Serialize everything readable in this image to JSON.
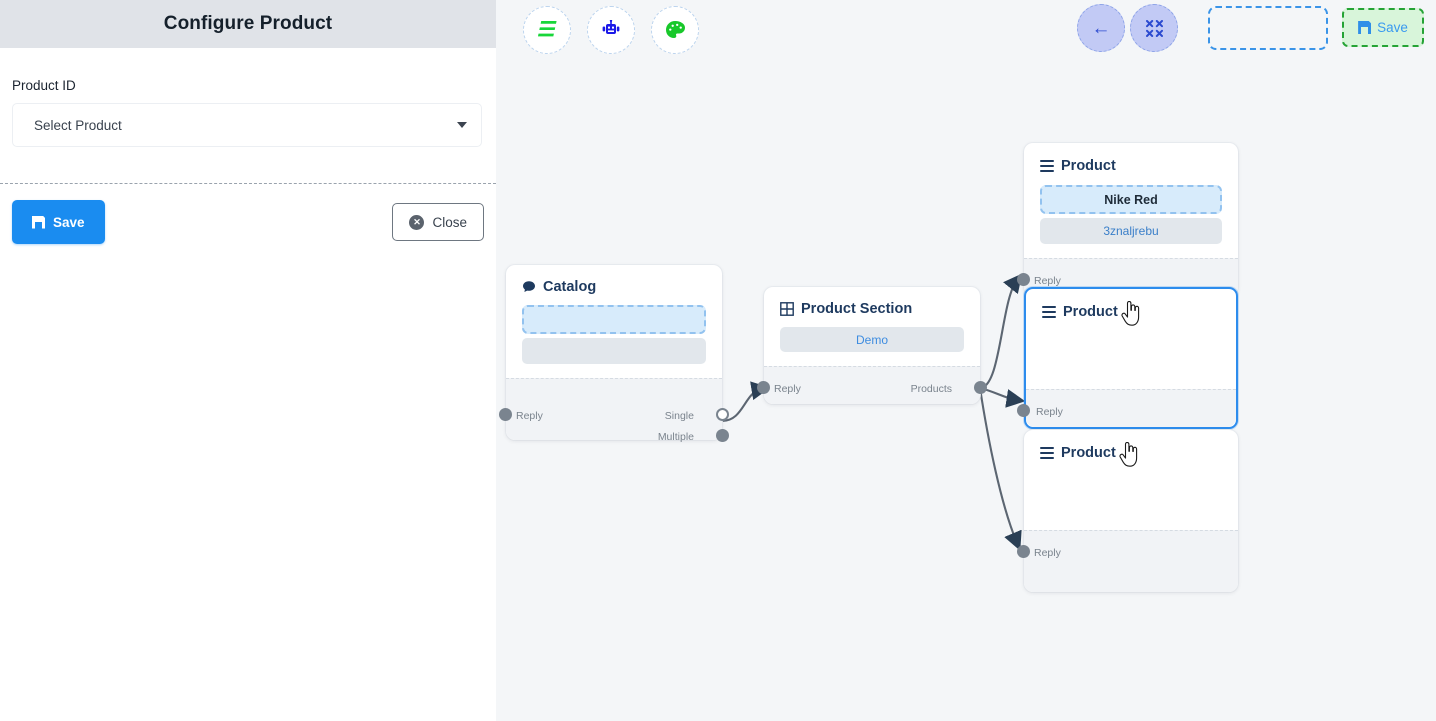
{
  "config_panel": {
    "title": "Configure Product",
    "field_label": "Product ID",
    "select_value": "Select Product",
    "select_caret_icon": "chevron-down-icon",
    "save_label": "Save",
    "close_label": "Close",
    "save_icon": "floppy-disk-icon",
    "close_icon": "close-circle-icon"
  },
  "toolbar": {
    "left_tools": [
      {
        "name": "stack-icon",
        "glyph": "≣",
        "color": "#18d63a"
      },
      {
        "name": "robot-icon",
        "glyph": "🤖",
        "color": "#1a18e8"
      },
      {
        "name": "palette-icon",
        "glyph": "🎨",
        "color": "#18c82a"
      }
    ],
    "right_tools": [
      {
        "name": "back-arrow-icon",
        "glyph": "←",
        "color": "#2c4bd0"
      },
      {
        "name": "compress-icon",
        "glyph": "⤢",
        "color": "#2c4bd0"
      }
    ],
    "empty_slot_label": "",
    "save_label": "Save",
    "save_icon": "floppy-disk-icon"
  },
  "nodes": {
    "catalog": {
      "title": "Catalog",
      "icon": "chat-bubble-icon",
      "chip_primary": "",
      "chip_secondary": "",
      "ports": {
        "reply": "Reply",
        "single": "Single",
        "multiple": "Multiple"
      }
    },
    "product_section": {
      "title": "Product Section",
      "icon": "grid-table-icon",
      "chip": "Demo",
      "ports": {
        "reply": "Reply",
        "products": "Products"
      }
    },
    "product_1": {
      "title": "Product",
      "icon": "hamburger-icon",
      "chip_primary": "Nike Red",
      "chip_secondary": "3znaljrebu",
      "ports": {
        "reply": "Reply"
      }
    },
    "product_2": {
      "title": "Product",
      "icon": "hamburger-icon",
      "cursor": "pointer-hand-cursor",
      "selected": true,
      "ports": {
        "reply": "Reply"
      }
    },
    "product_3": {
      "title": "Product",
      "icon": "hamburger-icon",
      "cursor": "pointer-hand-cursor",
      "selected": false,
      "ports": {
        "reply": "Reply"
      }
    }
  },
  "colors": {
    "accent_blue": "#1a8cf0",
    "selected_border": "#2d8ced",
    "save_green_bg": "#d8f5da",
    "save_green_border": "#25a335",
    "panel_header": "#e0e3e8",
    "canvas_bg": "#f4f6f8",
    "port_gray": "#7a848f"
  }
}
